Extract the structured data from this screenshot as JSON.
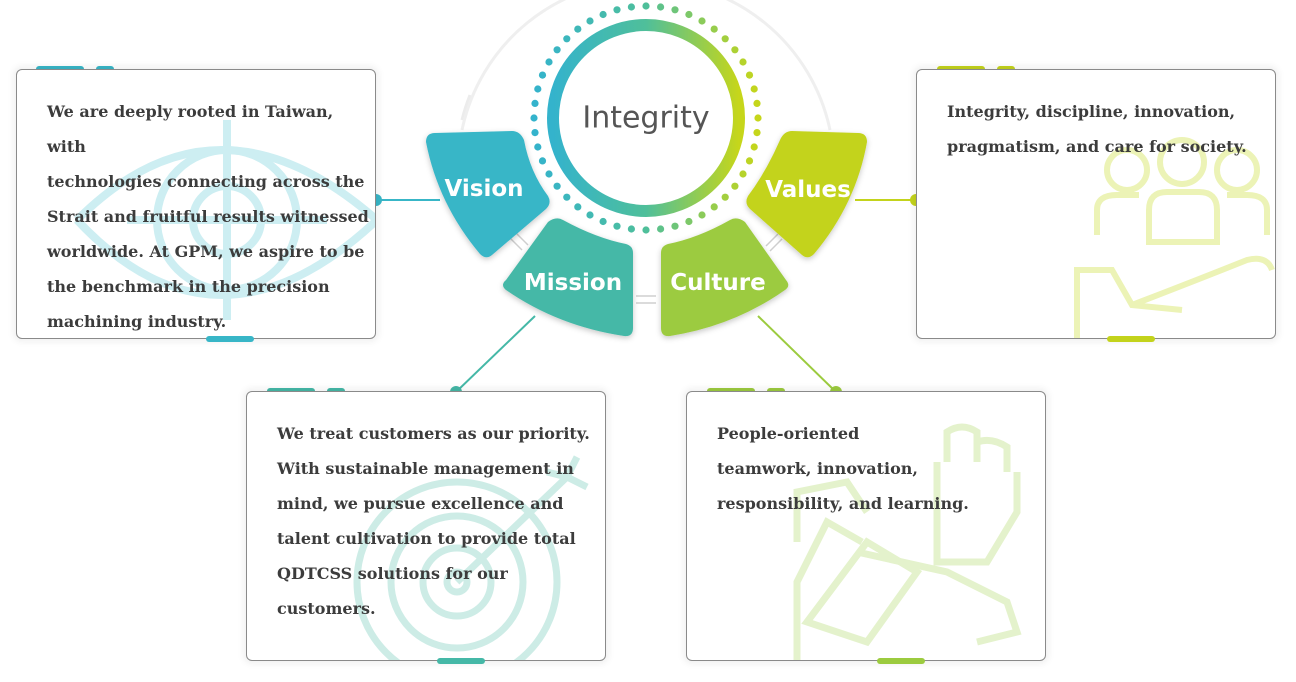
{
  "center": {
    "label": "Integrity"
  },
  "segments": {
    "vision": {
      "label": "Vision",
      "color": "#38b6c7"
    },
    "mission": {
      "label": "Mission",
      "color": "#45b8a7"
    },
    "culture": {
      "label": "Culture",
      "color": "#9ccb3f"
    },
    "values": {
      "label": "Values",
      "color": "#c3d31c"
    }
  },
  "cards": {
    "vision": {
      "text": "We are deeply rooted in Taiwan, with\ntechnologies connecting across the\nStrait and fruitful results witnessed\nworldwide. At GPM, we aspire to be\nthe benchmark in the precision\nmachining industry.",
      "icon": "eye-target-icon",
      "accent": "#38b6c7"
    },
    "values": {
      "text": "Integrity, discipline, innovation,\npragmatism, and care for society.",
      "icon": "people-in-hand-icon",
      "accent": "#c3d31c"
    },
    "mission": {
      "text": "We treat customers as our priority.\nWith sustainable management in\nmind, we pursue excellence and\ntalent cultivation to provide total\nQDTCSS solutions for our\ncustomers.",
      "icon": "target-arrow-icon",
      "accent": "#45b8a7"
    },
    "culture": {
      "text": "People-oriented\nteamwork, innovation,\nresponsibility, and learning.",
      "icon": "joined-hands-icon",
      "accent": "#9ccb3f"
    }
  }
}
